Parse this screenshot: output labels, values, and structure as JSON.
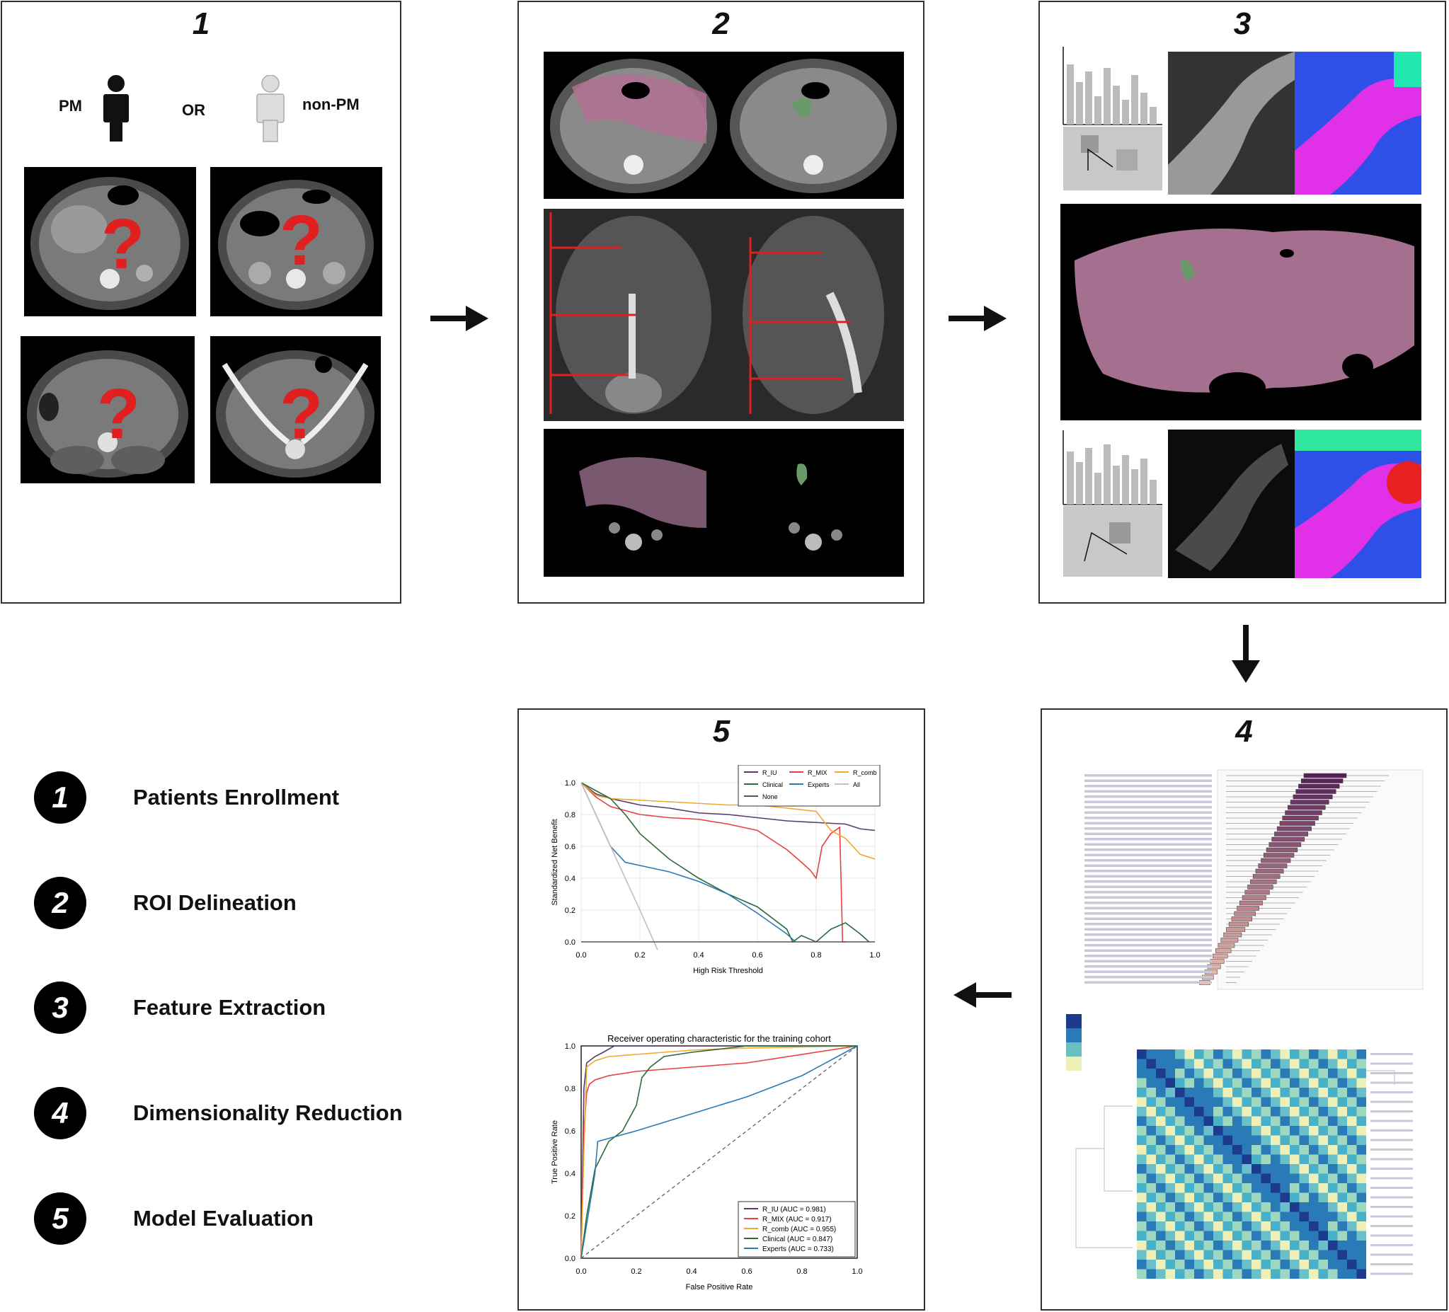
{
  "panels": [
    {
      "number": "1"
    },
    {
      "number": "2"
    },
    {
      "number": "3"
    },
    {
      "number": "4"
    },
    {
      "number": "5"
    }
  ],
  "panel1": {
    "pm_label": "PM",
    "or_label": "OR",
    "nonpm_label": "non-PM",
    "question_mark": "?"
  },
  "steps": [
    {
      "number": "1",
      "label": "Patients Enrollment"
    },
    {
      "number": "2",
      "label": "ROI Delineation"
    },
    {
      "number": "3",
      "label": "Feature Extraction"
    },
    {
      "number": "4",
      "label": "Dimensionality Reduction"
    },
    {
      "number": "5",
      "label": "Model Evaluation"
    }
  ],
  "colors": {
    "roi_pink": "#b07090",
    "roi_green": "#6a9a6a",
    "arrow": "#111111"
  },
  "chart_data": [
    {
      "type": "line",
      "title": "",
      "xlabel": "High Risk Threshold",
      "ylabel": "Standardized Net Benefit",
      "xlim": [
        0.0,
        1.0
      ],
      "ylim": [
        0.0,
        1.0
      ],
      "xticks": [
        "0.0",
        "0.2",
        "0.4",
        "0.6",
        "0.8",
        "1.0"
      ],
      "yticks": [
        "0.0",
        "0.2",
        "0.4",
        "0.6",
        "0.8",
        "1.0"
      ],
      "grid": true,
      "legend_position": "top-right",
      "series": [
        {
          "name": "R_IU",
          "color": "#5a3a6a",
          "x": [
            0.0,
            0.05,
            0.1,
            0.2,
            0.3,
            0.4,
            0.5,
            0.6,
            0.7,
            0.8,
            0.9,
            0.95,
            1.0
          ],
          "y": [
            1.0,
            0.93,
            0.9,
            0.86,
            0.84,
            0.81,
            0.8,
            0.78,
            0.76,
            0.75,
            0.74,
            0.71,
            0.7
          ]
        },
        {
          "name": "R_MIX",
          "color": "#e84040",
          "x": [
            0.0,
            0.05,
            0.1,
            0.2,
            0.3,
            0.4,
            0.5,
            0.6,
            0.7,
            0.75,
            0.78,
            0.8,
            0.82,
            0.85,
            0.88,
            0.89,
            0.9
          ],
          "y": [
            1.0,
            0.91,
            0.85,
            0.8,
            0.78,
            0.77,
            0.74,
            0.7,
            0.58,
            0.5,
            0.45,
            0.4,
            0.6,
            0.68,
            0.72,
            0.0,
            0.0
          ]
        },
        {
          "name": "R_comb",
          "color": "#f0a830",
          "x": [
            0.0,
            0.05,
            0.1,
            0.2,
            0.3,
            0.4,
            0.5,
            0.6,
            0.7,
            0.8,
            0.85,
            0.9,
            0.95,
            1.0
          ],
          "y": [
            1.0,
            0.92,
            0.9,
            0.89,
            0.88,
            0.87,
            0.86,
            0.86,
            0.84,
            0.82,
            0.7,
            0.65,
            0.55,
            0.52
          ]
        },
        {
          "name": "Clinical",
          "color": "#2a6a3a",
          "x": [
            0.0,
            0.1,
            0.15,
            0.2,
            0.3,
            0.4,
            0.5,
            0.6,
            0.7,
            0.72,
            0.75,
            0.8,
            0.85,
            0.9,
            0.95,
            0.98
          ],
          "y": [
            1.0,
            0.9,
            0.8,
            0.68,
            0.52,
            0.4,
            0.3,
            0.22,
            0.08,
            0.0,
            0.04,
            0.0,
            0.08,
            0.12,
            0.05,
            0.0
          ]
        },
        {
          "name": "Experts",
          "color": "#2a7ab0",
          "x": [
            0.0,
            0.05,
            0.1,
            0.15,
            0.2,
            0.3,
            0.4,
            0.5,
            0.6,
            0.7,
            0.73
          ],
          "y": [
            1.0,
            0.8,
            0.6,
            0.5,
            0.48,
            0.44,
            0.38,
            0.3,
            0.18,
            0.05,
            0.0
          ]
        },
        {
          "name": "All",
          "color": "#c0c0c0",
          "x": [
            0.0,
            0.1,
            0.2,
            0.26
          ],
          "y": [
            1.0,
            0.6,
            0.2,
            -0.05
          ]
        },
        {
          "name": "None",
          "color": "#555555",
          "x": [
            0.0,
            1.0
          ],
          "y": [
            0.0,
            0.0
          ]
        }
      ]
    },
    {
      "type": "line",
      "title": "Receiver operating characteristic for the training cohort",
      "xlabel": "False Positive Rate",
      "ylabel": "True Positive Rate",
      "xlim": [
        0.0,
        1.0
      ],
      "ylim": [
        0.0,
        1.0
      ],
      "xticks": [
        "0.0",
        "0.2",
        "0.4",
        "0.6",
        "0.8",
        "1.0"
      ],
      "yticks": [
        "0.0",
        "0.2",
        "0.4",
        "0.6",
        "0.8",
        "1.0"
      ],
      "legend_position": "bottom-right",
      "series": [
        {
          "name": "R_IU (AUC = 0.981)",
          "color": "#5a3a6a",
          "x": [
            0.0,
            0.01,
            0.02,
            0.05,
            0.08,
            0.12,
            0.2,
            0.3,
            1.0
          ],
          "y": [
            0.0,
            0.8,
            0.92,
            0.95,
            0.97,
            1.0,
            1.0,
            1.0,
            1.0
          ]
        },
        {
          "name": "R_MIX (AUC = 0.917)",
          "color": "#e84040",
          "x": [
            0.0,
            0.01,
            0.02,
            0.03,
            0.05,
            0.1,
            0.2,
            0.4,
            0.6,
            1.0
          ],
          "y": [
            0.0,
            0.6,
            0.78,
            0.82,
            0.84,
            0.86,
            0.88,
            0.9,
            0.92,
            1.0
          ]
        },
        {
          "name": "R_comb (AUC = 0.955)",
          "color": "#f0a830",
          "x": [
            0.0,
            0.01,
            0.02,
            0.05,
            0.1,
            0.2,
            0.4,
            0.6,
            1.0
          ],
          "y": [
            0.0,
            0.5,
            0.9,
            0.93,
            0.95,
            0.96,
            0.98,
            0.99,
            1.0
          ]
        },
        {
          "name": "Clinical (AUC = 0.847)",
          "color": "#2a6a3a",
          "x": [
            0.0,
            0.02,
            0.05,
            0.1,
            0.15,
            0.2,
            0.22,
            0.25,
            0.3,
            0.4,
            0.6,
            1.0
          ],
          "y": [
            0.0,
            0.2,
            0.42,
            0.55,
            0.6,
            0.72,
            0.85,
            0.9,
            0.95,
            0.97,
            1.0,
            1.0
          ]
        },
        {
          "name": "Experts (AUC = 0.733)",
          "color": "#2a7ab0",
          "x": [
            0.0,
            0.05,
            0.06,
            0.2,
            0.4,
            0.6,
            0.8,
            1.0
          ],
          "y": [
            0.0,
            0.4,
            0.55,
            0.6,
            0.68,
            0.76,
            0.86,
            1.0
          ]
        }
      ]
    }
  ]
}
